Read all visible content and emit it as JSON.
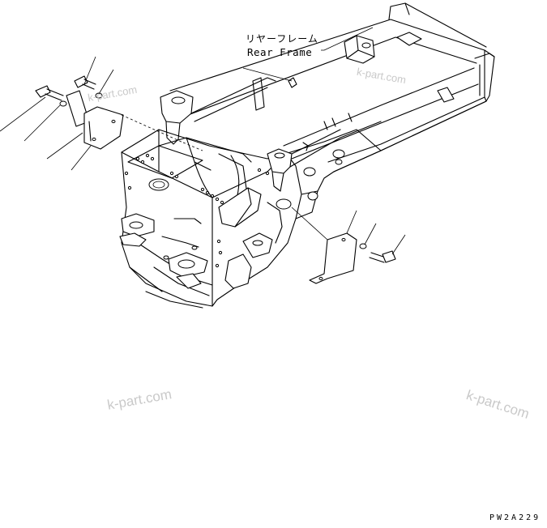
{
  "frame": {
    "label_jp": "リヤーフレーム",
    "label_en": "Rear Frame"
  },
  "figure_code": "PW2A229",
  "watermarks": [
    "k-part.com",
    "k-part.com",
    "k-part.com",
    "k-part.com"
  ],
  "colors": {
    "line": "#000000",
    "background": "#ffffff",
    "watermark": "#c9c9c9"
  }
}
